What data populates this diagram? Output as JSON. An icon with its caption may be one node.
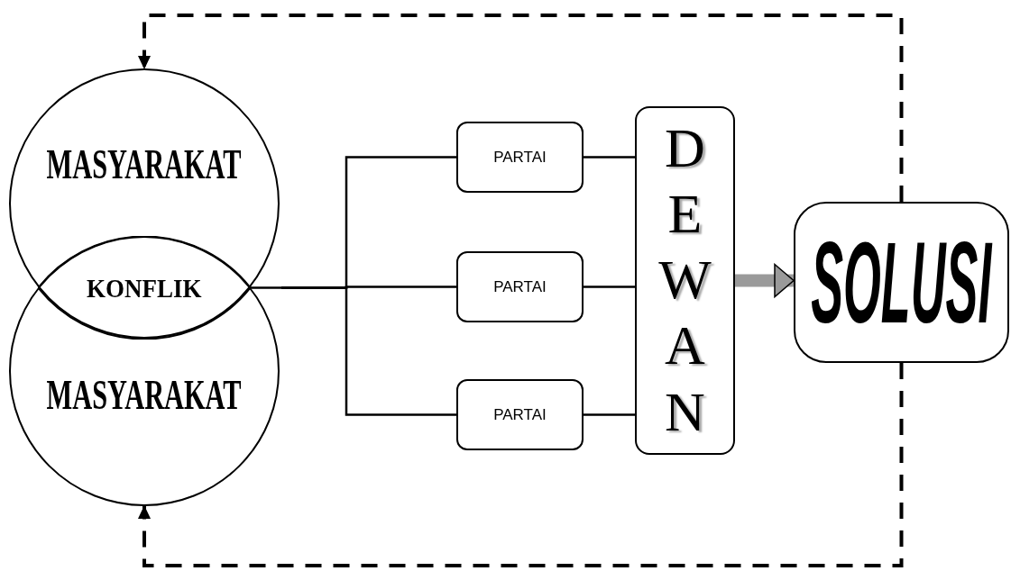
{
  "diagram": {
    "nodes": [
      {
        "text": [
          "MASYARAKAT"
        ]
      },
      {
        "text": [
          "KONFLIK"
        ]
      },
      {
        "text": [
          "MASYARAKAT"
        ]
      },
      {
        "text": [
          "PARTAI"
        ]
      },
      {
        "text": [
          "PARTAI"
        ]
      },
      {
        "text": [
          "PARTAI"
        ]
      },
      {
        "text": [
          "DEWAN"
        ]
      },
      {
        "text": [
          "SOLUSI"
        ]
      }
    ],
    "edges": [
      {
        "from": 1,
        "to": 3,
        "arrow": "none"
      },
      {
        "from": 1,
        "to": 4,
        "arrow": "none"
      },
      {
        "from": 1,
        "to": 5,
        "arrow": "none"
      },
      {
        "from": 3,
        "to": 6,
        "arrow": "none"
      },
      {
        "from": 4,
        "to": 6,
        "arrow": "none"
      },
      {
        "from": 5,
        "to": 6,
        "arrow": "none"
      },
      {
        "from": 6,
        "to": 7,
        "arrow": "to",
        "style": "thick",
        "color": "#9a9a9a"
      },
      {
        "from": 7,
        "to": 0,
        "arrow": "to",
        "style": "dashed"
      },
      {
        "from": 7,
        "to": 2,
        "arrow": "to",
        "style": "dashed"
      }
    ]
  }
}
